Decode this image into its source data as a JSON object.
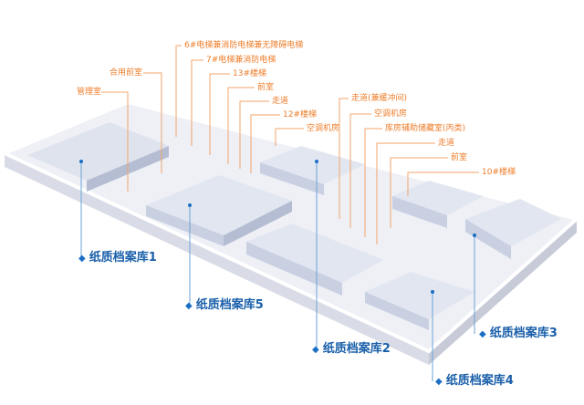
{
  "orange_labels": [
    "6#电梯兼消防电梯兼无障碍电梯",
    "7#电梯兼消防电梯",
    "13#楼梯",
    "前室",
    "走道",
    "12#楼梯",
    "空调机房",
    "合用前室",
    "管理室",
    "走道(兼缓冲间)",
    "空调机房",
    "库房辅助储藏室(丙类)",
    "走道",
    "前室",
    "10#楼梯"
  ],
  "archives": [
    "纸质档案库1",
    "纸质档案库5",
    "纸质档案库2",
    "纸质档案库3",
    "纸质档案库4"
  ],
  "colors": {
    "label": "#ee7d2a",
    "archive": "#1a5faa",
    "floor": "#eef0f6",
    "shelf": "#c9d0e2"
  }
}
